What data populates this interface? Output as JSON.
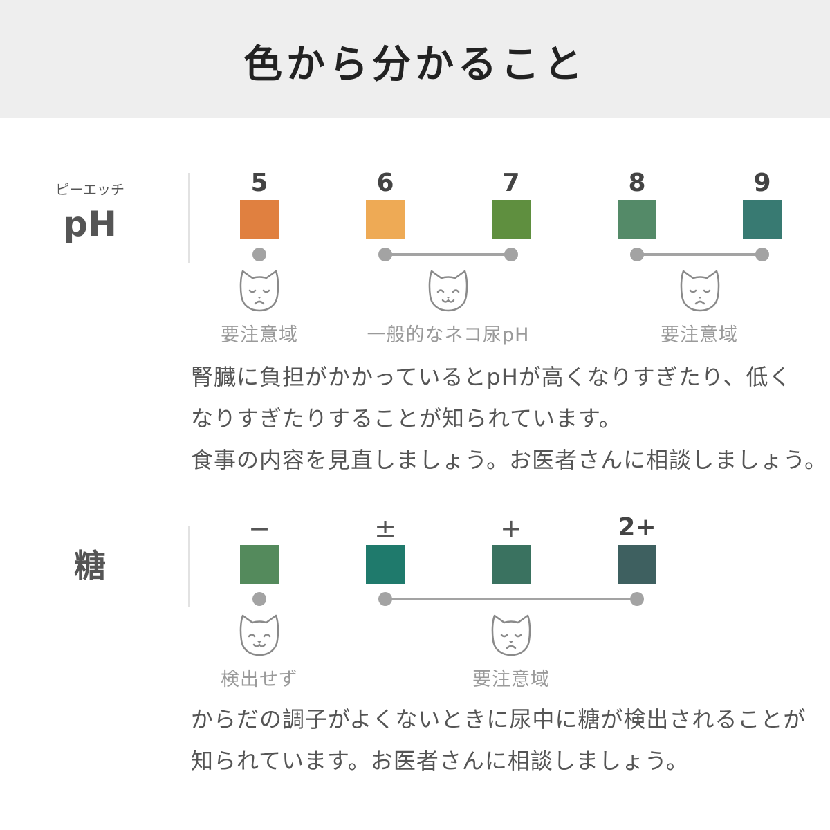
{
  "header": {
    "title": "色から分かること"
  },
  "ph": {
    "kana": "ピーエッチ",
    "label": "pH",
    "values": [
      "5",
      "6",
      "7",
      "8",
      "9"
    ],
    "colors": [
      "#e08040",
      "#eeaa55",
      "#5f8f3f",
      "#548a68",
      "#387a72"
    ],
    "zones": [
      "要注意域",
      "一般的なネコ尿pH",
      "要注意域"
    ],
    "zone_faces": [
      "sad-cat-icon",
      "happy-cat-icon",
      "sad-cat-icon"
    ],
    "description": [
      "腎臓に負担がかかっているとpHが高くなりすぎたり、低く",
      "なりすぎたりすることが知られています。",
      "食事の内容を見直しましょう。お医者さんに相談しましょう。"
    ]
  },
  "sugar": {
    "label": "糖",
    "values": [
      "−",
      "±",
      "+",
      "2+"
    ],
    "colors": [
      "#548a5c",
      "#1f7a6c",
      "#3a7260",
      "#3e6060"
    ],
    "zones": [
      "検出せず",
      "要注意域"
    ],
    "zone_faces": [
      "happy-cat-icon",
      "sad-cat-icon"
    ],
    "description": [
      "からだの調子がよくないときに尿中に糖が検出されることが",
      "知られています。お医者さんに相談しましょう。"
    ]
  }
}
